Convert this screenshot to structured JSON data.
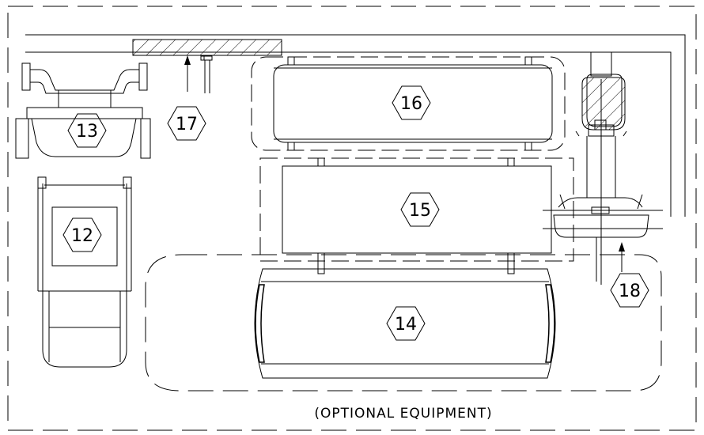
{
  "callouts": {
    "c12": "12",
    "c13": "13",
    "c14": "14",
    "c15": "15",
    "c16": "16",
    "c17": "17",
    "c18": "18"
  },
  "caption": "(OPTIONAL  EQUIPMENT)"
}
